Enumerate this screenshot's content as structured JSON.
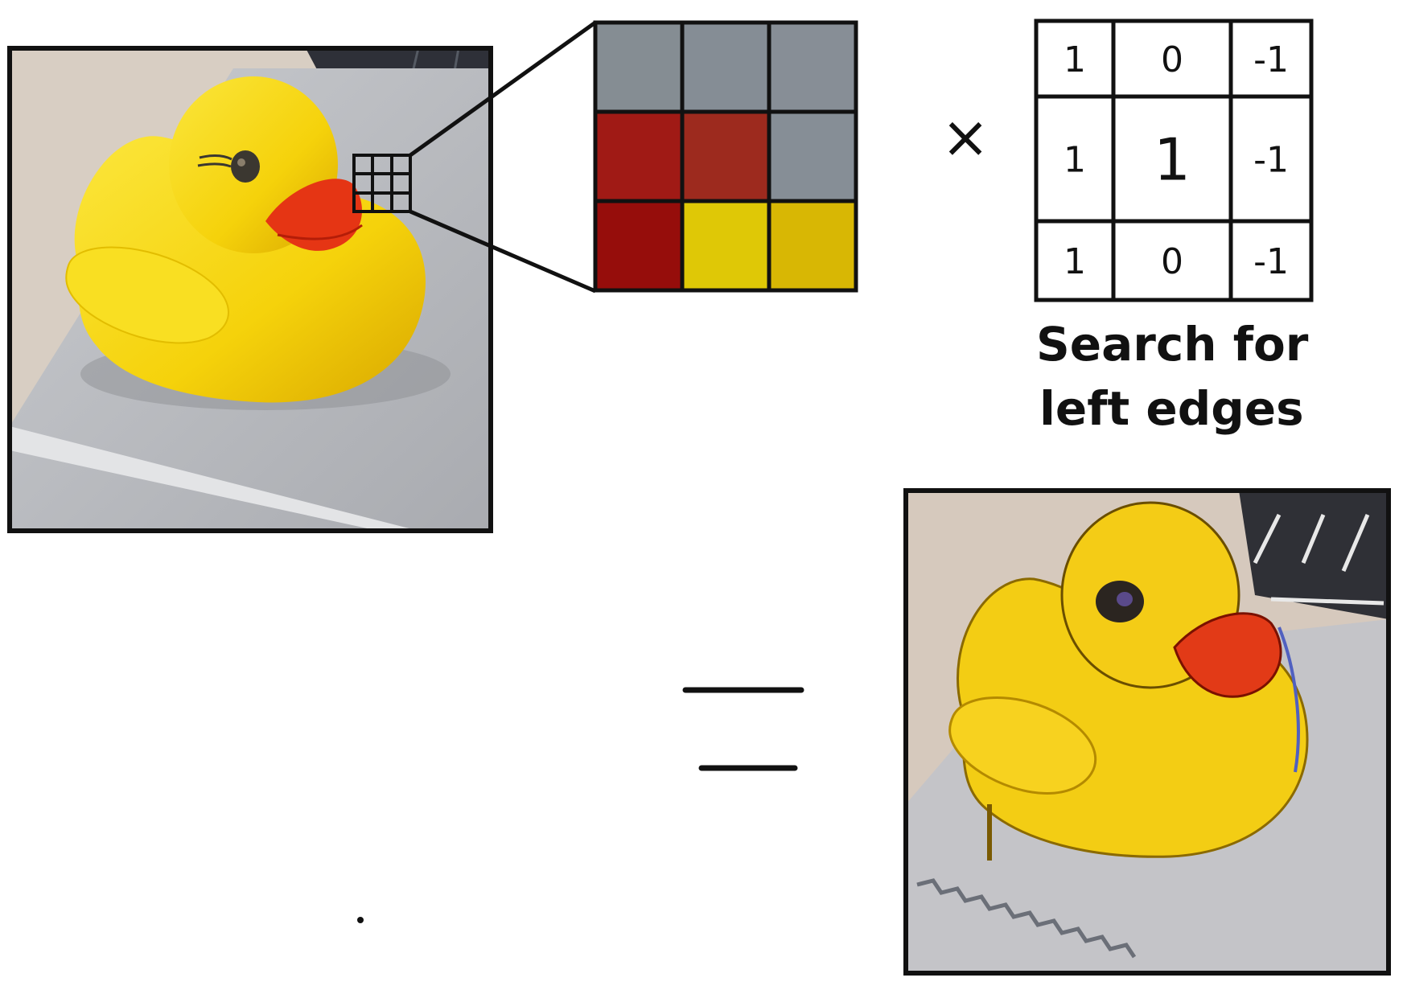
{
  "diagram": {
    "operator_times": "×",
    "operator_equals": "=",
    "pixel_patch": {
      "rows": [
        [
          "#858d93",
          "#858d95",
          "#878e96"
        ],
        [
          "#a01a15",
          "#9d2a1e",
          "#868e96"
        ],
        [
          "#960d0b",
          "#dfc806",
          "#d8b704"
        ]
      ]
    },
    "kernel": {
      "rows": [
        [
          "1",
          "0",
          "-1"
        ],
        [
          "1",
          "1",
          "-1"
        ],
        [
          "1",
          "0",
          "-1"
        ]
      ]
    },
    "caption_line1": "Search for",
    "caption_line2": "left edges"
  },
  "colors": {
    "duck_yellow": "#f7d80f",
    "beak_red": "#e53514",
    "laptop_gray": "#b9b9bd",
    "keyboard_dark": "#2d2f36",
    "desk_beige": "#d9cfc4"
  }
}
